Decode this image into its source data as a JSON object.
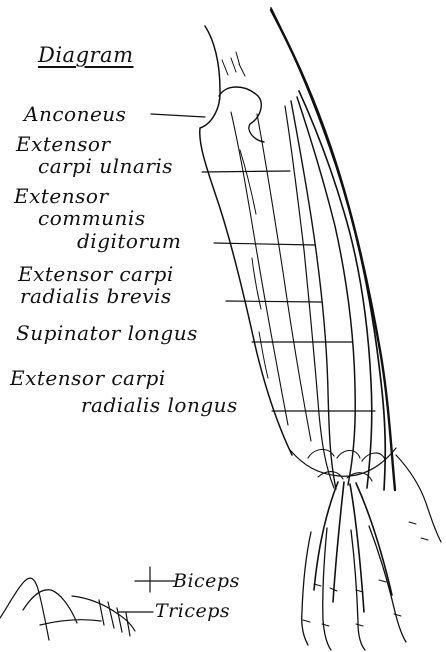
{
  "diagram": {
    "title": "Diagram",
    "labels": {
      "anconeus": "Anconeus",
      "extensor_carpi_ulnaris_line1": "Extensor",
      "extensor_carpi_ulnaris_line2": "carpi ulnaris",
      "extensor_communis_line1": "Extensor",
      "extensor_communis_line2": "communis",
      "extensor_communis_line3": "digitorum",
      "extensor_carpi_radialis_brevis_line1": "Extensor carpi",
      "extensor_carpi_radialis_brevis_line2": "radialis brevis",
      "supinator_longus": "Supinator longus",
      "extensor_carpi_radialis_longus_line1": "Extensor carpi",
      "extensor_carpi_radialis_longus_line2": "radialis longus",
      "biceps": "Biceps",
      "triceps": "Triceps"
    }
  }
}
